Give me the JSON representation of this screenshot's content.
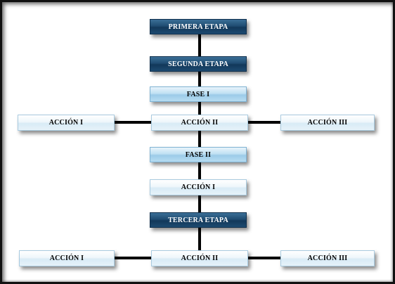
{
  "diagram": {
    "nodes": {
      "primera_etapa": "PRIMERA ETAPA",
      "segunda_etapa": "SEGUNDA ETAPA",
      "fase_1": "FASE I",
      "fase1_accion_1": "ACCIÓN I",
      "fase1_accion_2": "ACCIÓN II",
      "fase1_accion_3": "ACCIÓN III",
      "fase_2": "FASE II",
      "fase2_accion_1": "ACCIÓN I",
      "tercera_etapa": "TERCERA ETAPA",
      "tercera_accion_1": "ACCIÓN I",
      "tercera_accion_2": "ACCIÓN II",
      "tercera_accion_3": "ACCIÓN III"
    },
    "colors": {
      "stage": "#1f4c72",
      "phase": "#bfe0f3",
      "action": "#eef6fb",
      "connector": "#000000"
    }
  }
}
